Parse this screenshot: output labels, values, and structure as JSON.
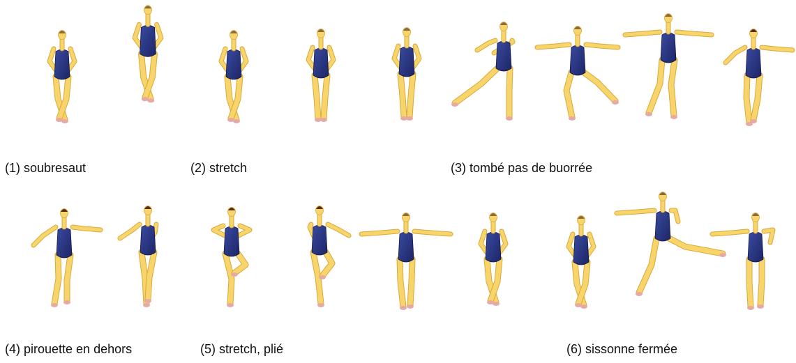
{
  "captions": [
    "(1) soubresaut",
    "(2) stretch",
    "(3) tombé pas de buorrée",
    "(4) pirouette en dehors",
    "(5) stretch, plié",
    "(6) sissonne fermée"
  ],
  "colors": {
    "skin": "#f7d56a",
    "skin_stroke": "#d9a83a",
    "leotard": "#24307a",
    "hair": "#5a2c1e",
    "shoe": "#e7a9a4"
  }
}
